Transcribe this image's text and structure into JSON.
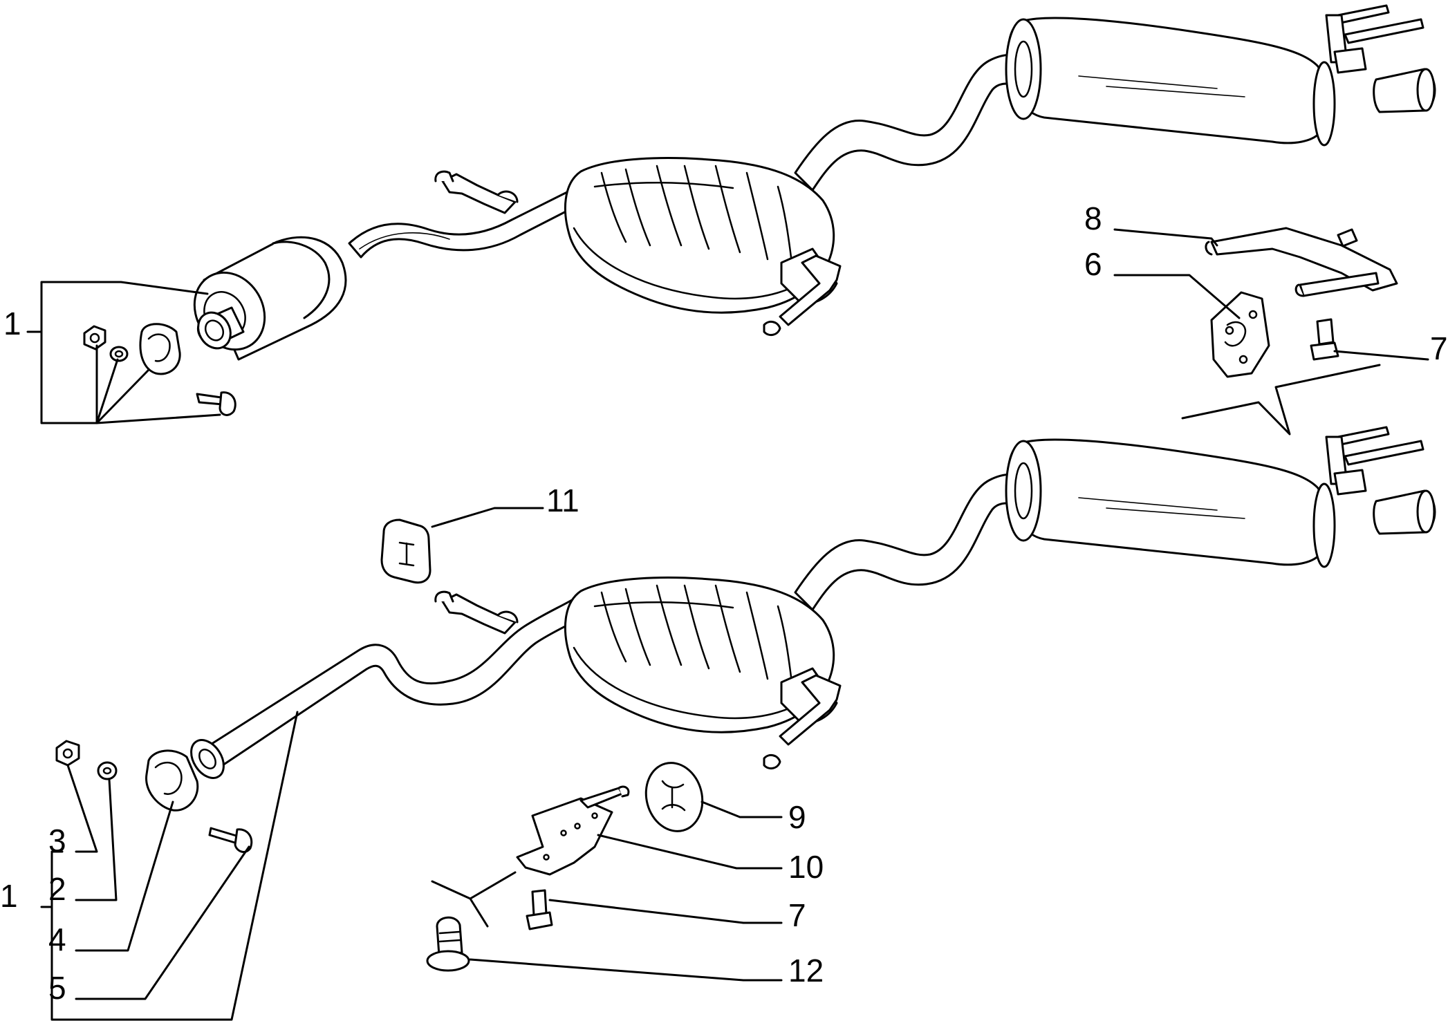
{
  "callouts": {
    "top_1": "1",
    "top_6": "6",
    "top_7": "7",
    "top_8": "8",
    "bottom_1": "1",
    "bottom_2": "2",
    "bottom_3": "3",
    "bottom_4": "4",
    "bottom_5": "5",
    "bottom_7": "7",
    "bottom_9": "9",
    "bottom_10": "10",
    "bottom_11": "11",
    "bottom_12": "12"
  }
}
